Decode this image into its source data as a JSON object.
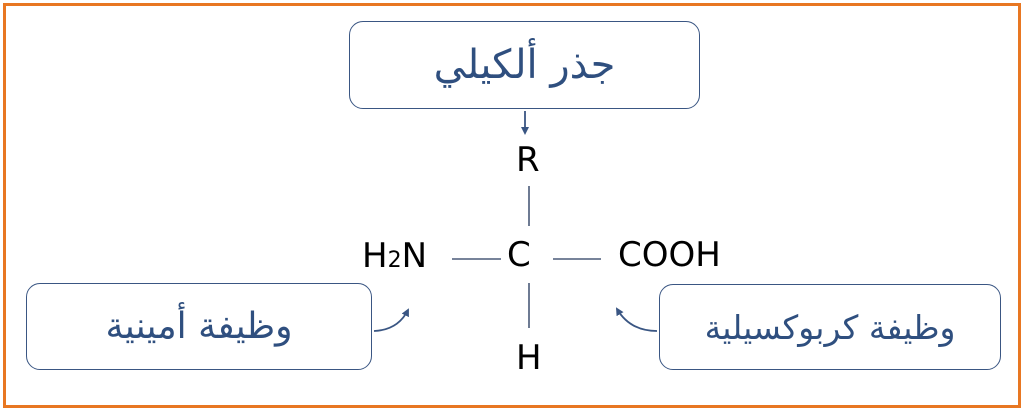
{
  "labels": {
    "alkyl_group": "جذر ألكيلي",
    "amine_group": "وظيفة أمينية",
    "carboxyl_group": "وظيفة كربوكسيلية"
  },
  "atoms": {
    "r": "R",
    "c": "C",
    "h": "H",
    "n_h": "H",
    "n_sub": "2",
    "n": "N",
    "cooh": "COOH"
  },
  "colors": {
    "border": "#E87722",
    "box_stroke": "#3A5683",
    "label_text": "#2F4F7F",
    "arrow": "#3A5683"
  }
}
